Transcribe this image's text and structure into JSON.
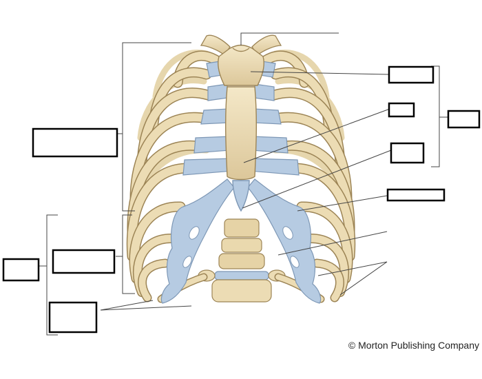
{
  "figure": {
    "copyright": "© Morton Publishing Company",
    "colors": {
      "bone": "#ecdcb4",
      "bone_shadow": "#c9b383",
      "bone_outline": "#9c8455",
      "cartilage": "#b6cbe2",
      "cartilage_outline": "#7d97b5",
      "leader_line": "#444444",
      "label_box_border": "#000000"
    },
    "label_boxes": [
      {
        "id": "manubrium",
        "text": ""
      },
      {
        "id": "body-of-sternum",
        "text": ""
      },
      {
        "id": "sternum",
        "text": ""
      },
      {
        "id": "xiphoid-process",
        "text": ""
      },
      {
        "id": "costal-cartilage",
        "text": ""
      },
      {
        "id": "true-ribs",
        "text": ""
      },
      {
        "id": "false-ribs",
        "text": ""
      },
      {
        "id": "ribs",
        "text": ""
      },
      {
        "id": "floating-ribs",
        "text": ""
      }
    ]
  }
}
